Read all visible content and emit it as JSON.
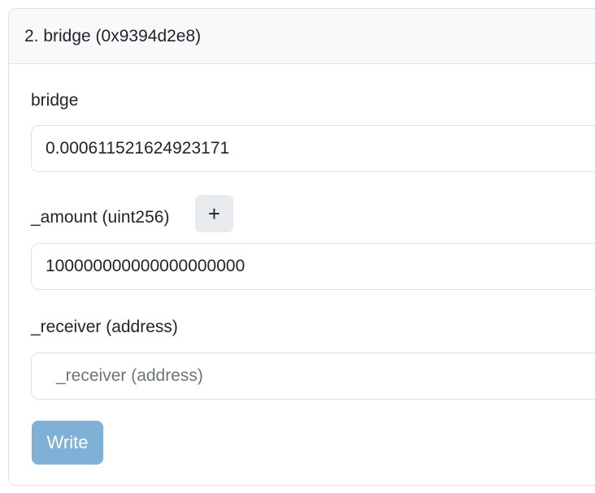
{
  "header": {
    "title": "2. bridge (0x9394d2e8)"
  },
  "fields": [
    {
      "label": "bridge",
      "value": "0.000611521624923171",
      "placeholder": ""
    },
    {
      "label": "_amount (uint256)",
      "value": "100000000000000000000",
      "placeholder": "",
      "add_button_label": "+"
    },
    {
      "label": "_receiver (address)",
      "value": "",
      "placeholder": "_receiver (address)"
    }
  ],
  "actions": {
    "write_label": "Write"
  },
  "colors": {
    "header_bg": "#f8f9fa",
    "border": "#dee2e6",
    "write_button_bg": "#7fb0d8",
    "plus_button_bg": "#e9ecef",
    "placeholder_text": "#6c757d"
  }
}
